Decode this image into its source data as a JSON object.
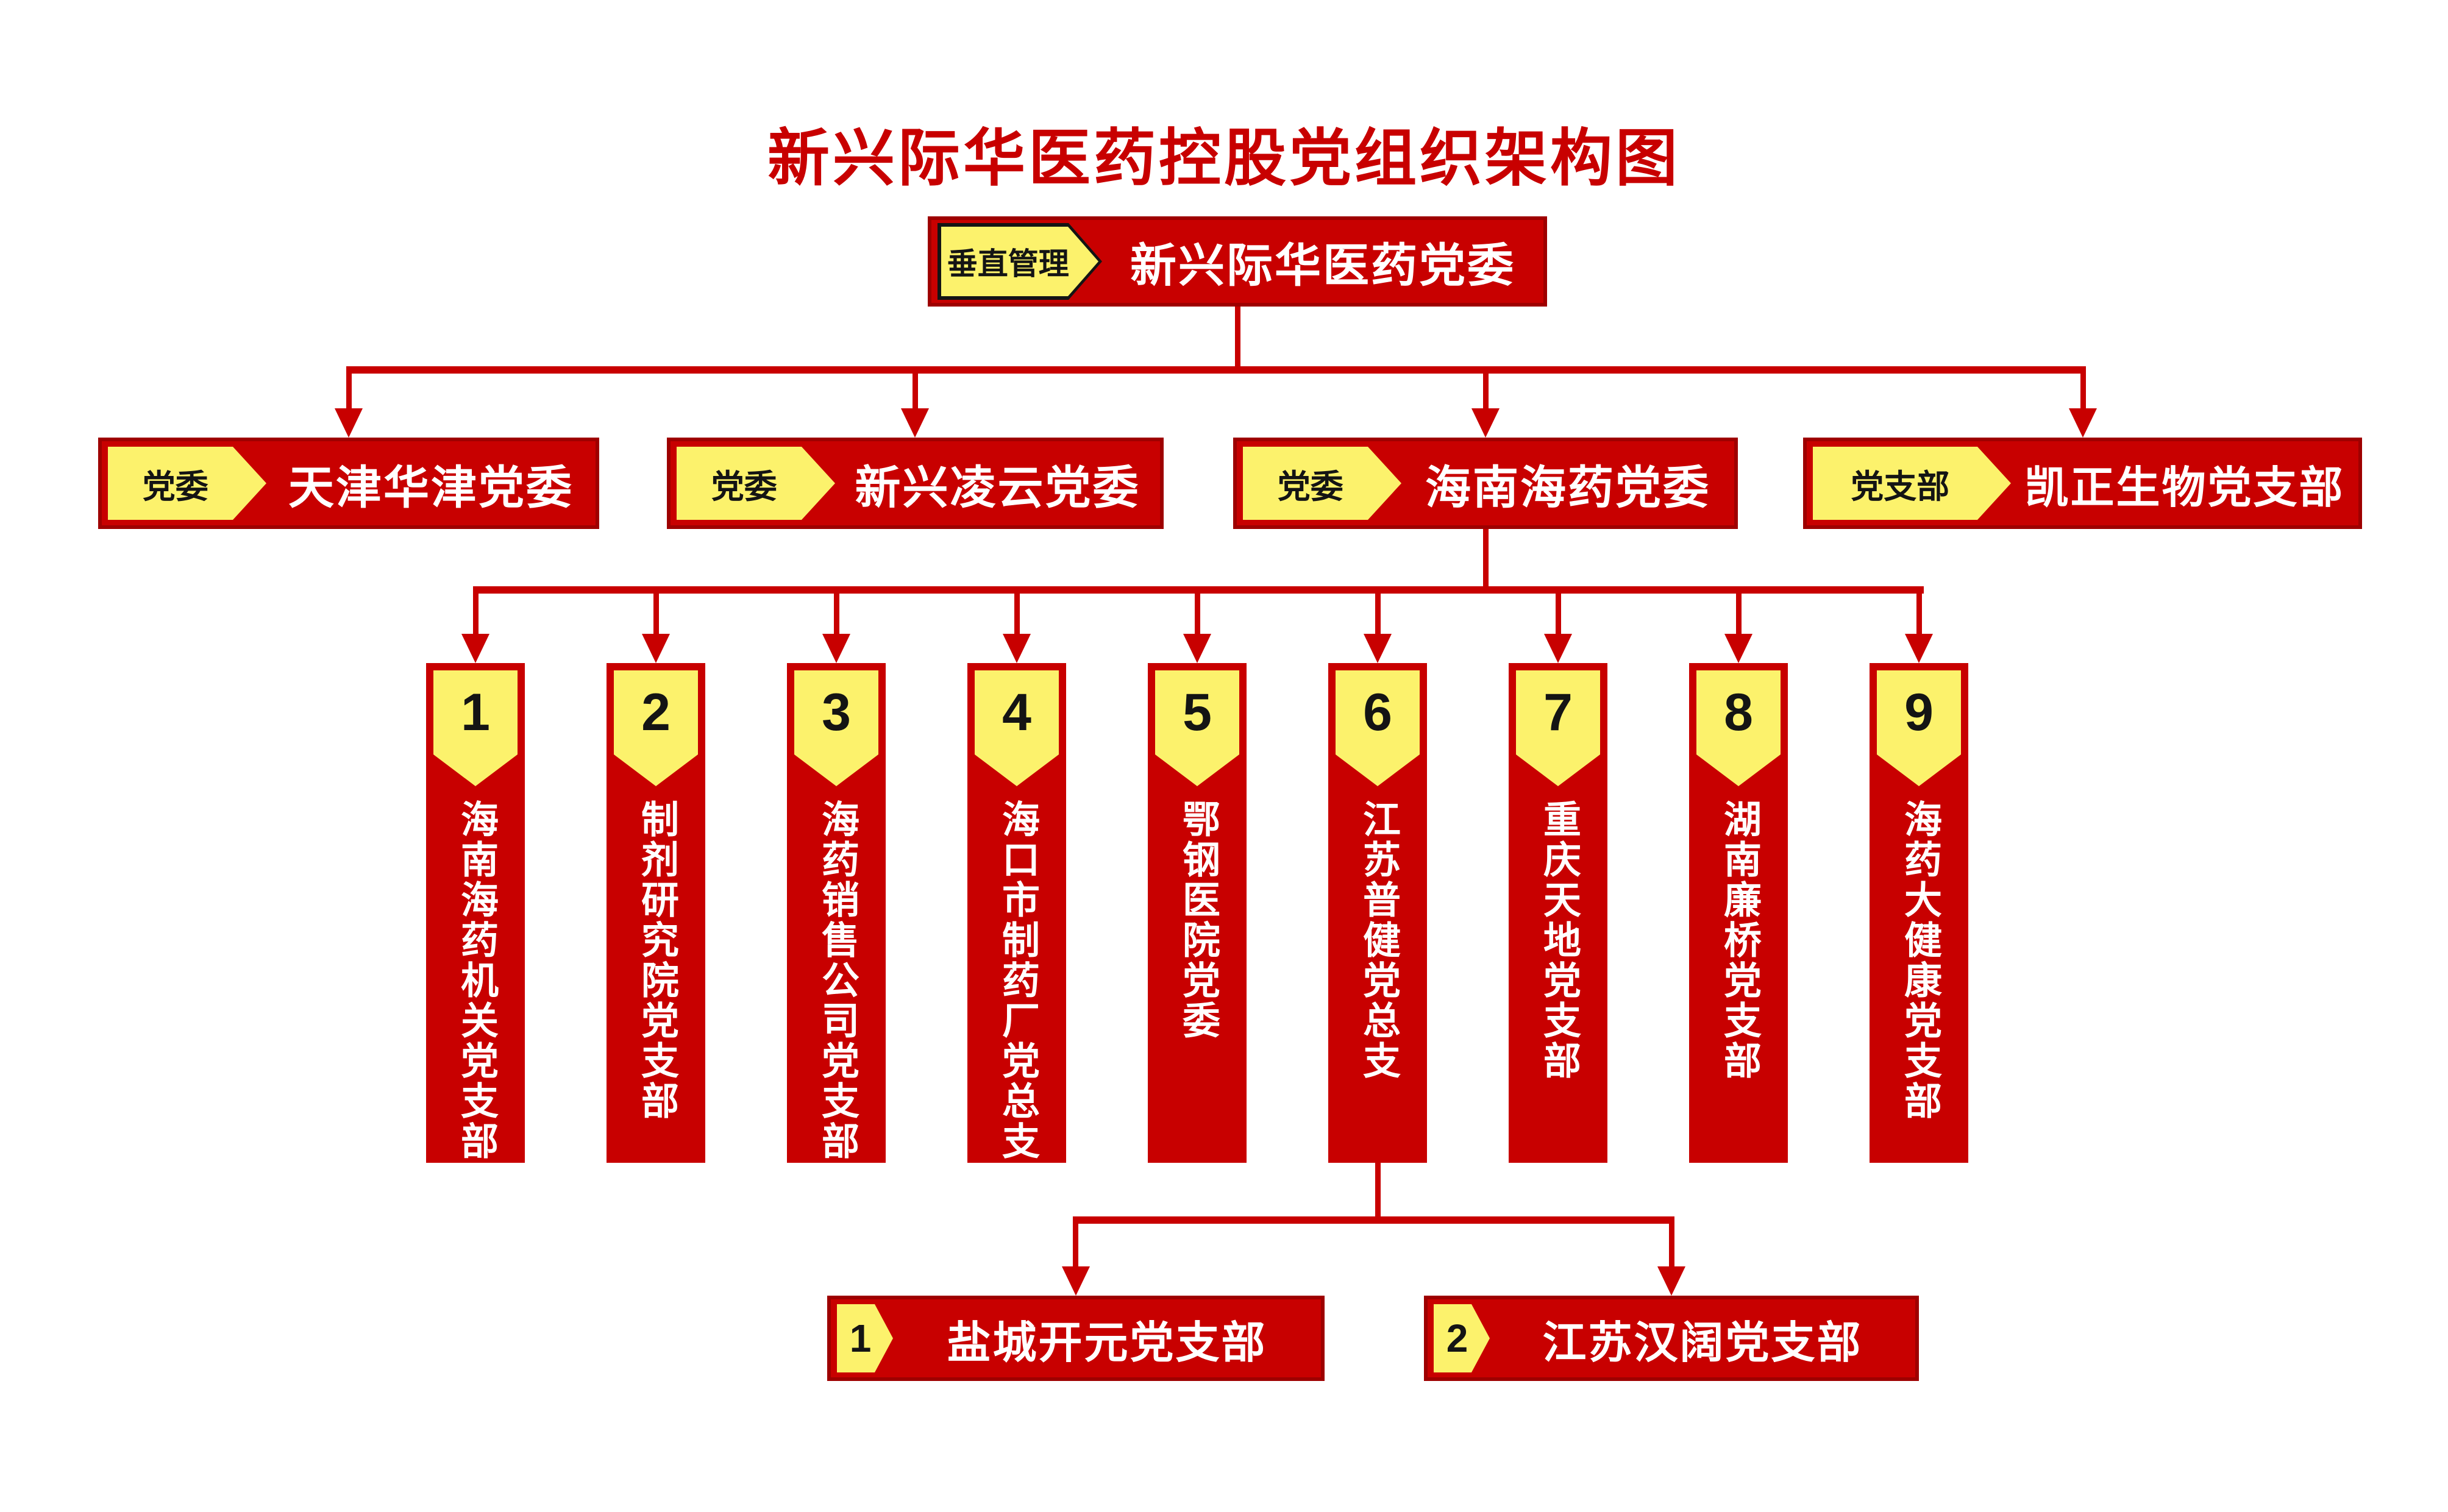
{
  "title": "新兴际华医药控股党组织架构图",
  "root": {
    "tag": "垂直管理",
    "label": "新兴际华医药党委"
  },
  "level2": {
    "boxes": [
      {
        "tag": "党委",
        "label": "天津华津党委"
      },
      {
        "tag": "党委",
        "label": "新兴凌云党委"
      },
      {
        "tag": "党委",
        "label": "海南海药党委"
      },
      {
        "tag": "党支部",
        "label": "凯正生物党支部"
      }
    ]
  },
  "level3": {
    "boxes": [
      {
        "num": "1",
        "label": "海南海药机关党支部"
      },
      {
        "num": "2",
        "label": "制剂研究院党支部"
      },
      {
        "num": "3",
        "label": "海药销售公司党支部"
      },
      {
        "num": "4",
        "label": "海口市制药厂党总支"
      },
      {
        "num": "5",
        "label": "鄂钢医院党委"
      },
      {
        "num": "6",
        "label": "江苏普健党总支"
      },
      {
        "num": "7",
        "label": "重庆天地党支部"
      },
      {
        "num": "8",
        "label": "湖南廉桥党支部"
      },
      {
        "num": "9",
        "label": "海药大健康党支部"
      }
    ]
  },
  "level4": {
    "boxes": [
      {
        "num": "1",
        "label": "盐城开元党支部"
      },
      {
        "num": "2",
        "label": "江苏汉阔党支部"
      }
    ]
  },
  "colors": {
    "accent_red": "#C80000",
    "border_red": "#9E0000",
    "tag_yellow": "#FCF26C",
    "label_white": "#FFFFFF",
    "tag_black": "#141414"
  }
}
